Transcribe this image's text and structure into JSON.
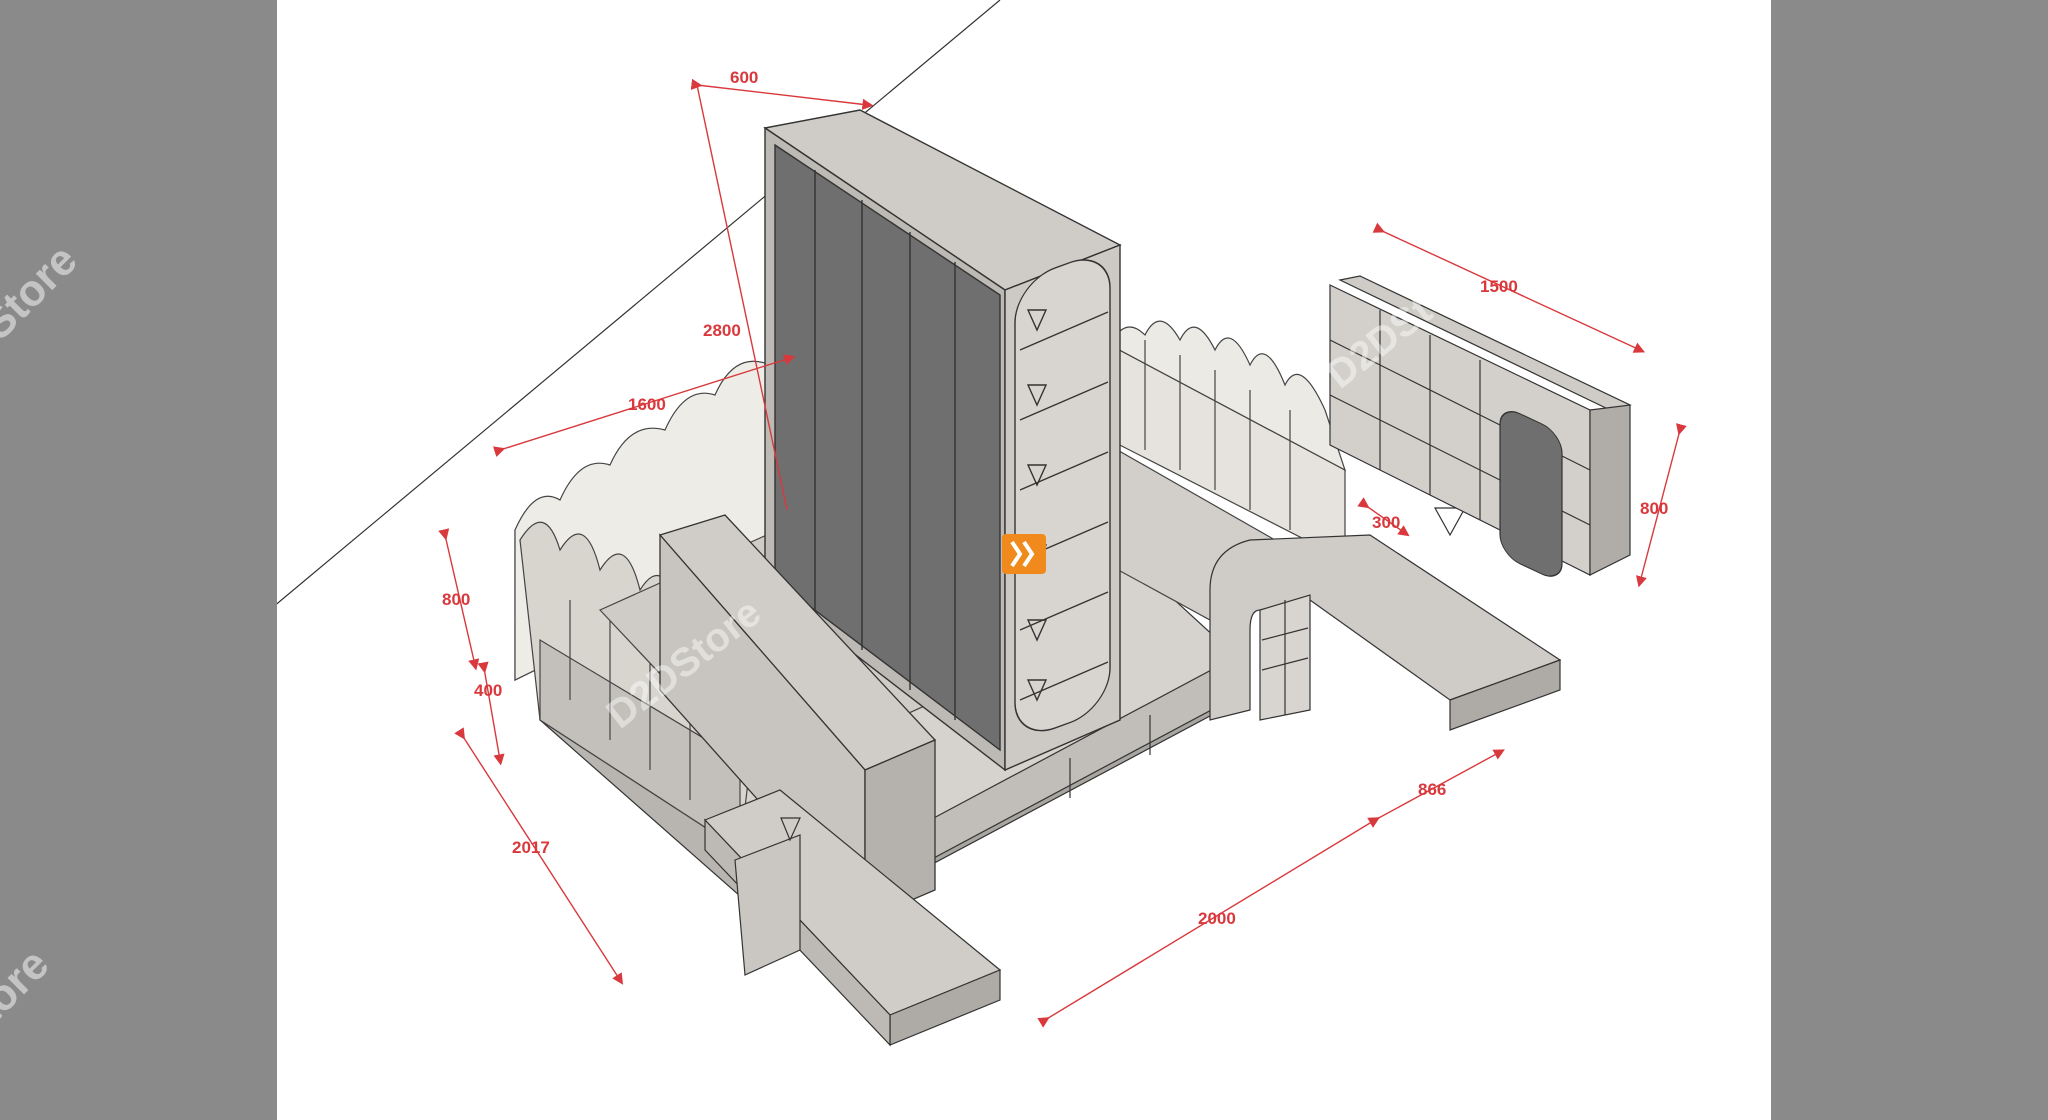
{
  "dimensions": {
    "wardrobe_depth": "600",
    "wardrobe_height": "2800",
    "bed_width": "1600",
    "headboard_height": "800",
    "platform_height": "400",
    "bed_length": "2017",
    "platform_length": "2000",
    "desk_length": "866",
    "desk_depth": "300",
    "shelf_width": "1500",
    "shelf_height": "800"
  },
  "watermarks": {
    "brand": "D2DStore",
    "left_top": "Store",
    "left_bottom": "Store"
  },
  "colors": {
    "dimension": "#d9393d",
    "wood": "#c9c6c1",
    "door": "#7a7a7a",
    "background": "#ffffff",
    "frame": "#8a8a8a",
    "logo": "#f08a1c"
  }
}
